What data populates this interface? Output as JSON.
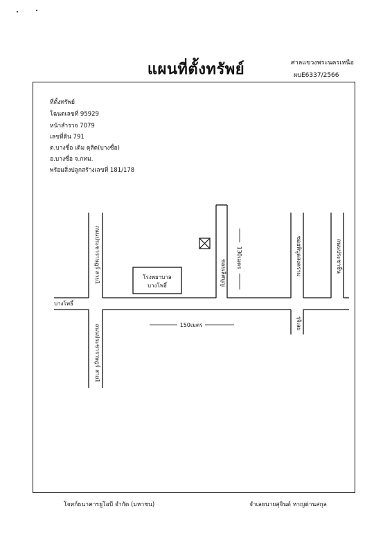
{
  "title": "แผนที่ตั้งทรัพย์",
  "court": "ศาลแขวงพระนครเหนือ",
  "case_no": "ผบE6337/2566",
  "property": {
    "heading": "ที่ตั้งทรัพย์",
    "title_deed": "โฉนดเลขที่  95929",
    "survey_page": "หน้าสำรวจ  7079",
    "land_no": "เลขที่ดิน  791",
    "subdistrict": "ต.บางซื่อ  เดิม  ดุสิต(บางซื่อ)",
    "district": "อ.บางซื่อ  จ.กทม.",
    "building": "พร้อมสิ่งปลูกสร้างเลขที่  181/178"
  },
  "map": {
    "main_road": "บางโพธิ์",
    "soi_upper_left": "ถนนประชาราษฎร์  สาย1",
    "soi_lower_left": "ถนนประชาราษฎร์  สาย1",
    "soi_target": "ซอยเลิศบุญ",
    "soi_4": "ซอยพิบูลสงคราม",
    "soi_5": "ถนนประชาชื่น",
    "soi_lower_right": "รุจิเลย",
    "hospital_line1": "โรงพยาบาล",
    "hospital_line2": "บางโพธิ์",
    "dist_vertical": "130เมตร",
    "dist_horizontal": "150เมตร"
  },
  "footer": {
    "left": "โจทก์ธนาคารยูโอบี  จำกัด  (มหาชน)",
    "right": "จำเลยนายสุจินต์  หาญด่านสกุล"
  }
}
